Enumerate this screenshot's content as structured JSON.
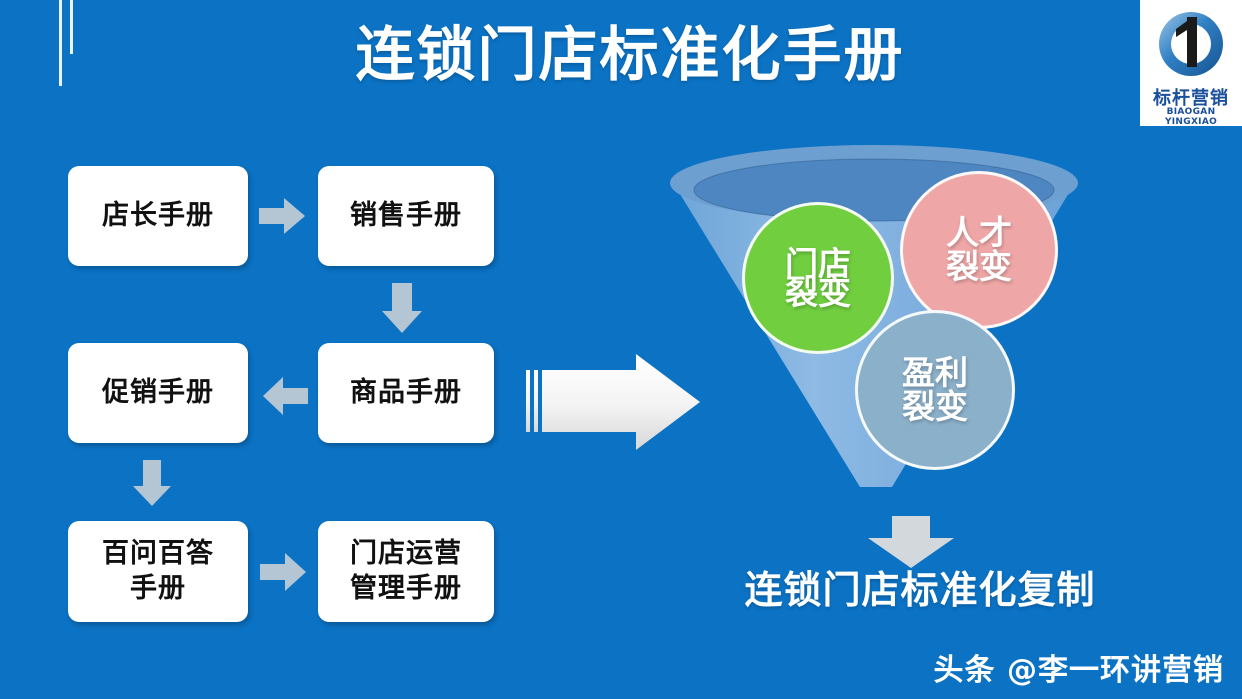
{
  "background_color": "#0b72c4",
  "title": "连锁门店标准化手册",
  "logo": {
    "mark_digit": "1",
    "name_cn": "标杆营销",
    "name_en": "BIAOGAN YINGXIAO",
    "mark_color": "#2f7fc4",
    "text_color": "#1a4f9c"
  },
  "flow": {
    "boxes": [
      {
        "id": "store-manager",
        "label": "店长手册"
      },
      {
        "id": "sales",
        "label": "销售手册"
      },
      {
        "id": "promotion",
        "label": "促销手册"
      },
      {
        "id": "merchandise",
        "label": "商品手册"
      },
      {
        "id": "qa",
        "label": "百问百答\n手册"
      },
      {
        "id": "store-ops",
        "label": "门店运营\n管理手册"
      }
    ],
    "connectors": [
      {
        "id": "arrow-store-to-sales",
        "direction": "right"
      },
      {
        "id": "arrow-sales-to-merchandise",
        "direction": "down"
      },
      {
        "id": "arrow-merchandise-to-promotion",
        "direction": "left"
      },
      {
        "id": "arrow-promotion-to-qa",
        "direction": "down"
      },
      {
        "id": "arrow-qa-to-store-ops",
        "direction": "right"
      }
    ],
    "connector_color": "#b4c5d4"
  },
  "transition_arrow": {
    "direction": "right",
    "color": "#f2f2f2"
  },
  "funnel": {
    "rim_color": "#6d9fd0",
    "inner_color": "#4d86c0",
    "body_color": "#76a9da",
    "circles": [
      {
        "id": "store-fission",
        "line1": "门店",
        "line2": "裂变",
        "color": "#70ce3f"
      },
      {
        "id": "talent-fission",
        "line1": "人才",
        "line2": "裂变",
        "color": "#efa6a6"
      },
      {
        "id": "profit-fission",
        "line1": "盈利",
        "line2": "裂变",
        "color": "#8bb0ca"
      }
    ],
    "output_arrow_direction": "down",
    "output_arrow_color": "#d3d8dc"
  },
  "result_text": "连锁门店标准化复制",
  "footer_credit": "头条 @李一环讲营销"
}
